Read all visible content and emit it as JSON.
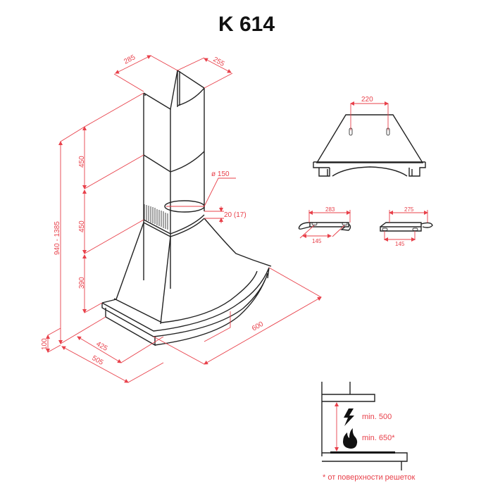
{
  "title": "K 614",
  "colors": {
    "line": "#222222",
    "dimension": "#e8404a",
    "background": "#ffffff"
  },
  "main_view": {
    "chimney_depth": "285",
    "chimney_width": "255",
    "upper_chimney_height": "450",
    "lower_chimney_height": "450",
    "hood_height": "390",
    "total_height_range": "940 - 1385",
    "base_height": "100",
    "inner_depth": "425",
    "outer_depth": "505",
    "width": "600",
    "outlet_diameter": "ø 150",
    "outlet_offset": "20 (17)"
  },
  "front_view": {
    "mount_hole_spacing": "220"
  },
  "brackets": [
    {
      "length": "283",
      "hole_spacing": "145"
    },
    {
      "length": "275",
      "hole_spacing": "145"
    }
  ],
  "installation": {
    "electric_min": "min. 500",
    "gas_min": "min. 650*",
    "footnote": "* от поверхности решеток",
    "icons": [
      "lightning-icon",
      "flame-icon"
    ]
  }
}
